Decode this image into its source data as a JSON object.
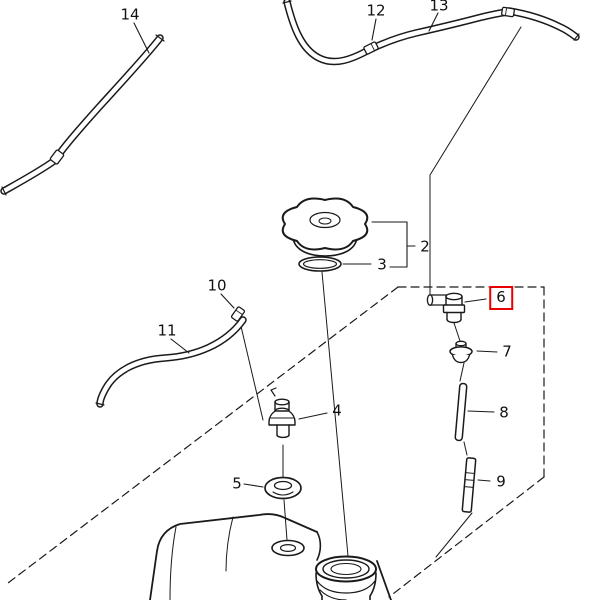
{
  "page": {
    "background_color": "#ffffff",
    "line_color": "#1a1a1a"
  },
  "diagram": {
    "type": "exploded-parts-diagram",
    "subject": "fuel-tank-assembly",
    "highlight_color": "#e60000",
    "callouts": [
      {
        "ref": "14",
        "highlighted": false
      },
      {
        "ref": "12",
        "highlighted": false
      },
      {
        "ref": "13",
        "highlighted": false
      },
      {
        "ref": "2",
        "highlighted": false
      },
      {
        "ref": "3",
        "highlighted": false
      },
      {
        "ref": "10",
        "highlighted": false
      },
      {
        "ref": "11",
        "highlighted": false
      },
      {
        "ref": "6",
        "highlighted": true
      },
      {
        "ref": "7",
        "highlighted": false
      },
      {
        "ref": "8",
        "highlighted": false
      },
      {
        "ref": "9",
        "highlighted": false
      },
      {
        "ref": "4",
        "highlighted": false
      },
      {
        "ref": "5",
        "highlighted": false
      }
    ]
  }
}
